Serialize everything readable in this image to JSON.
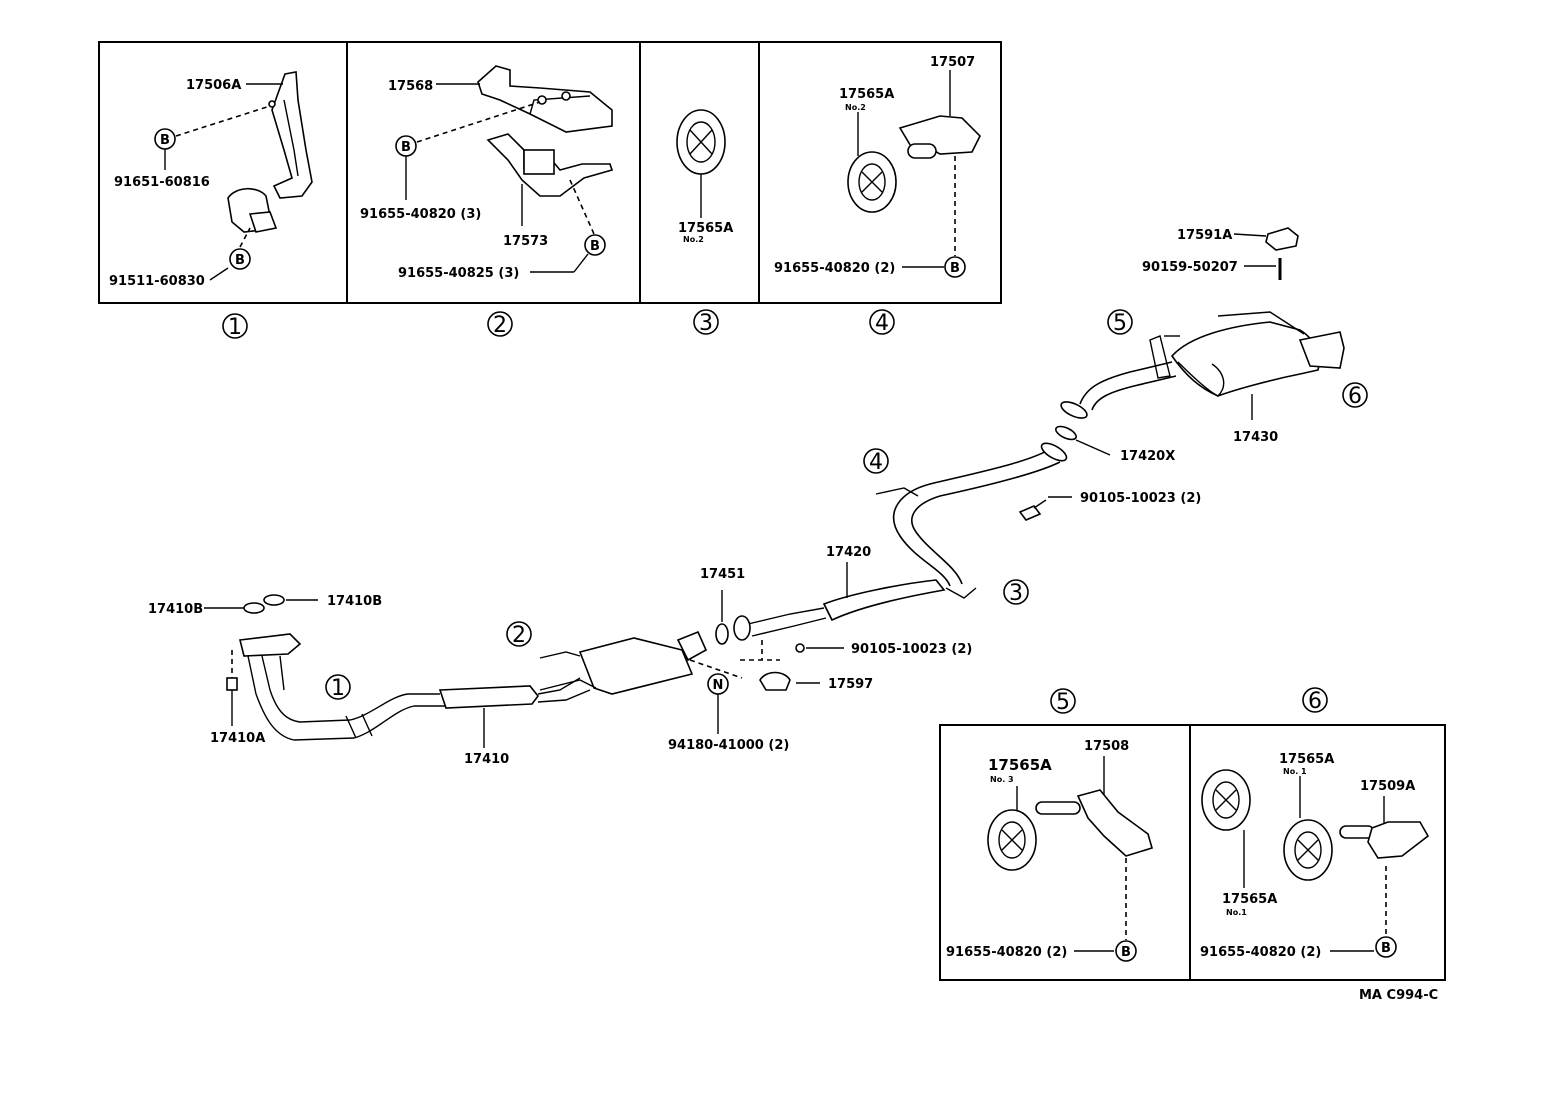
{
  "panels": {
    "p1": {
      "number": "1",
      "labels": [
        "17506A",
        "91651-60816",
        "91511-60830"
      ]
    },
    "p2": {
      "number": "2",
      "labels": [
        "17568",
        "91655-40820 (3)",
        "17573",
        "91655-40825 (3)"
      ]
    },
    "p3": {
      "number": "3",
      "labels": [
        "17565A"
      ],
      "sub": [
        "No.2"
      ]
    },
    "p4": {
      "number": "4",
      "labels": [
        "17565A",
        "17507",
        "91655-40820 (2)"
      ],
      "sub": [
        "No.2"
      ]
    },
    "p5": {
      "number": "5",
      "labels": [
        "17565A",
        "17508",
        "91655-40820 (2)"
      ],
      "sub": [
        "No. 3"
      ]
    },
    "p6": {
      "number": "6",
      "labels": [
        "17565A",
        "17509A",
        "17565A",
        "91655-40820 (2)"
      ],
      "sub": [
        "No. 1",
        "No.1"
      ]
    }
  },
  "bolt_marker": "B",
  "nut_marker": "N",
  "main_labels": {
    "l17591A": "17591A",
    "l90159": "90159-50207",
    "l17420X": "17420X",
    "l17430": "17430",
    "l90105a": "90105-10023 (2)",
    "l17420": "17420",
    "l17451": "17451",
    "l90105b": "90105-10023 (2)",
    "l17597": "17597",
    "l94180": "94180-41000 (2)",
    "l17410B_left": "17410B",
    "l17410B_right": "17410B",
    "l17410A": "17410A",
    "l17410": "17410"
  },
  "callouts": [
    "1",
    "2",
    "3",
    "4",
    "5",
    "6"
  ],
  "drawing_code": "MA C994-C"
}
